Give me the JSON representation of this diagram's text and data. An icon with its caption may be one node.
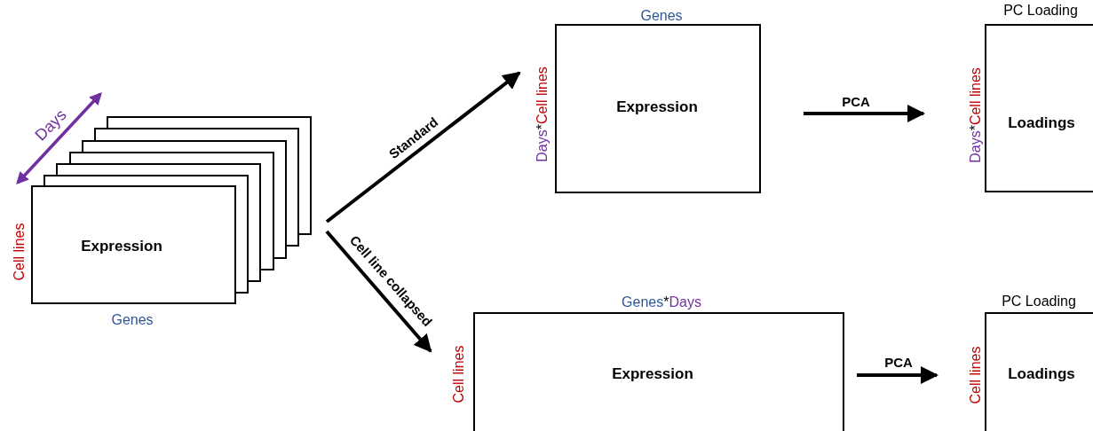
{
  "diagram": {
    "nodes": [
      {
        "text": [
          "Expression",
          "Cell lines",
          "Genes"
        ]
      },
      {
        "text": [
          "Genes",
          "Days*Cell lines",
          "Expression"
        ]
      },
      {
        "text": [
          "PC Loading",
          "Days*Cell lines",
          "Loadings"
        ]
      },
      {
        "text": [
          "Genes*Days",
          "Cell lines",
          "Expression"
        ]
      },
      {
        "text": [
          "PC Loading",
          "Cell lines",
          "Loadings"
        ]
      }
    ],
    "edges": [
      {
        "from": 0,
        "to": 1,
        "arrow": "to",
        "label": "Standard"
      },
      {
        "from": 1,
        "to": 2,
        "arrow": "to",
        "label": "PCA"
      },
      {
        "from": 0,
        "to": 3,
        "arrow": "to",
        "label": "Cell line collapsed"
      },
      {
        "from": 3,
        "to": 4,
        "arrow": "to",
        "label": "PCA"
      }
    ],
    "labels": [
      "Days"
    ]
  }
}
